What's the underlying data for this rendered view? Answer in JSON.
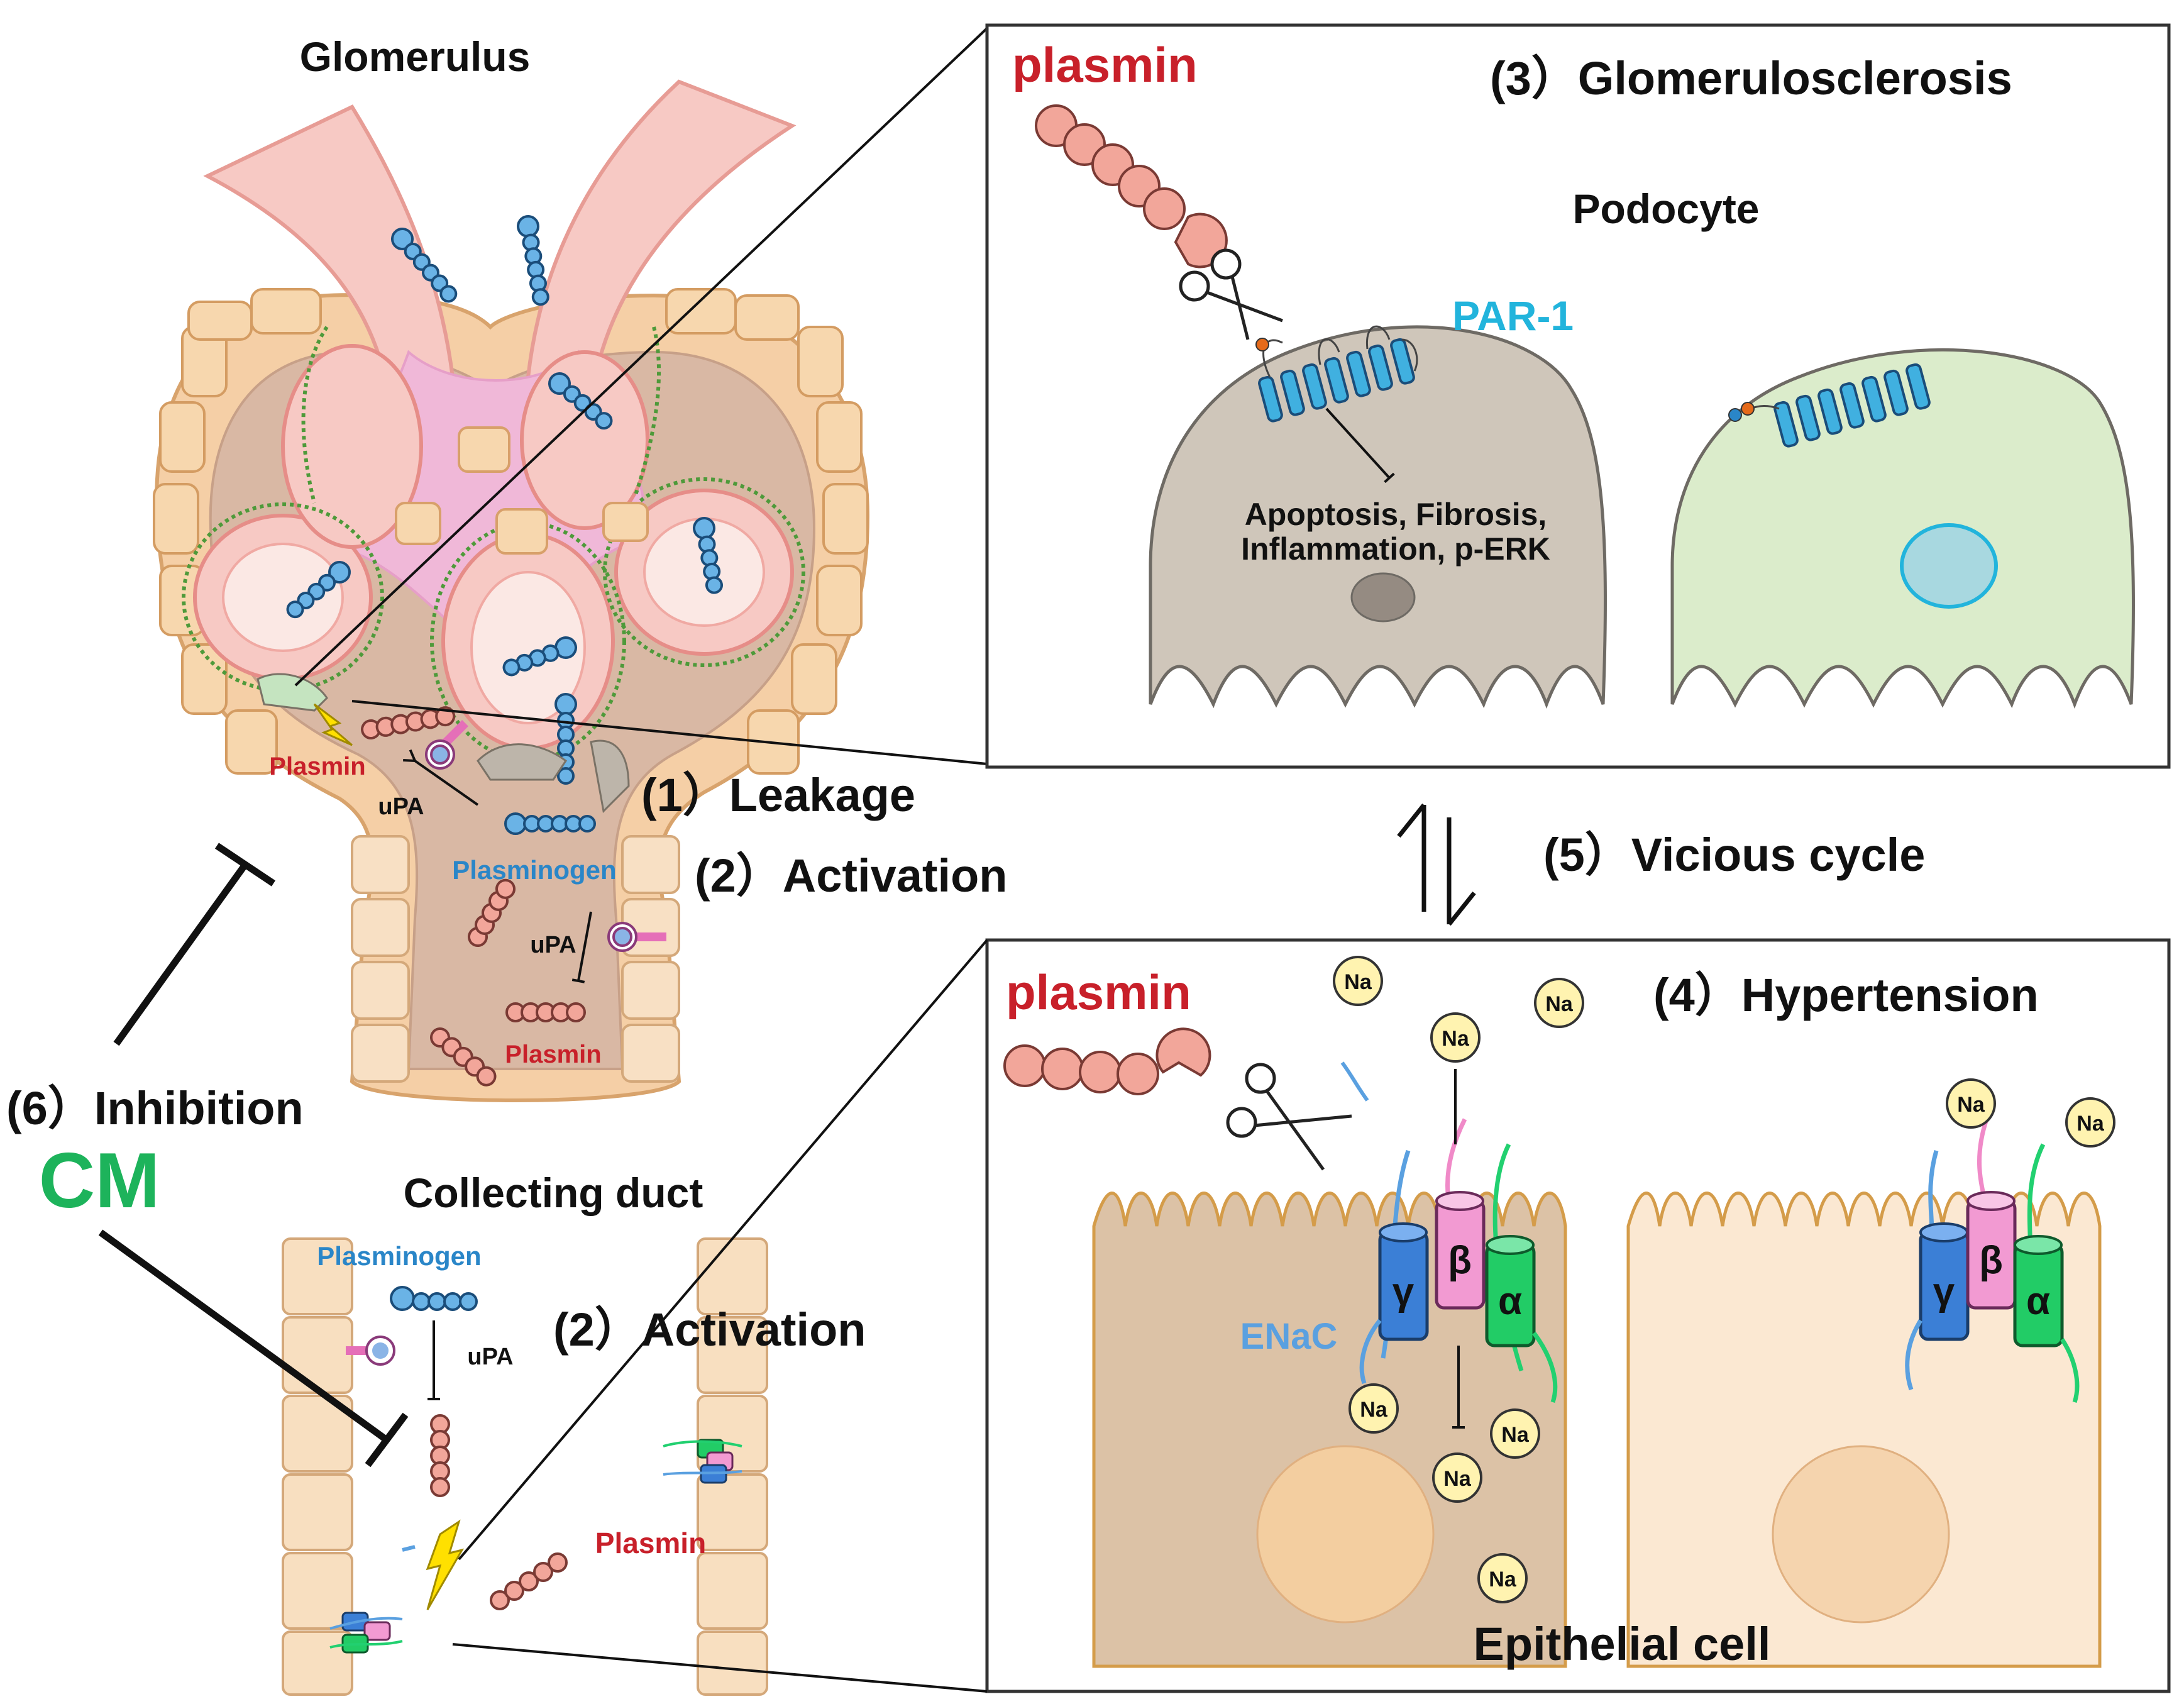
{
  "labels": {
    "glomerulus": "Glomerulus",
    "plasmin_red": "Plasmin",
    "upa": "uPA",
    "plasminogen": "Plasminogen",
    "leakage": "(1）Leakage",
    "activation": "(2）Activation",
    "vicious_cycle": "(5）Vicious cycle",
    "inhibition": "(6）Inhibition",
    "cm": "CM",
    "collecting_duct": "Collecting duct",
    "glomerulosclerosis": "(3）Glomerulosclerosis",
    "podocyte": "Podocyte",
    "par1": "PAR-1",
    "plasmin_lower": "plasmin",
    "effects_line1": "Apoptosis, Fibrosis,",
    "effects_line2": "Inflammation, p-ERK",
    "hypertension": "(4）Hypertension",
    "enac": "ENaC",
    "epithelial_cell": "Epithelial cell",
    "na": "Na",
    "gamma": "γ",
    "beta": "β",
    "alpha": "α"
  },
  "colors": {
    "plasmin_red": "#c8202a",
    "plasminogen_blue": "#2a86c8",
    "par1_cyan": "#22b4dc",
    "cm_green": "#1db35b",
    "enac_blue": "#5aa0e0",
    "capsule": "#f3c596",
    "capillary": "#f7c9c4",
    "podocyte_grey": "#cdc4b9",
    "podocyte_green": "#d8ecc8",
    "na_yellow": "#fff3b0"
  }
}
